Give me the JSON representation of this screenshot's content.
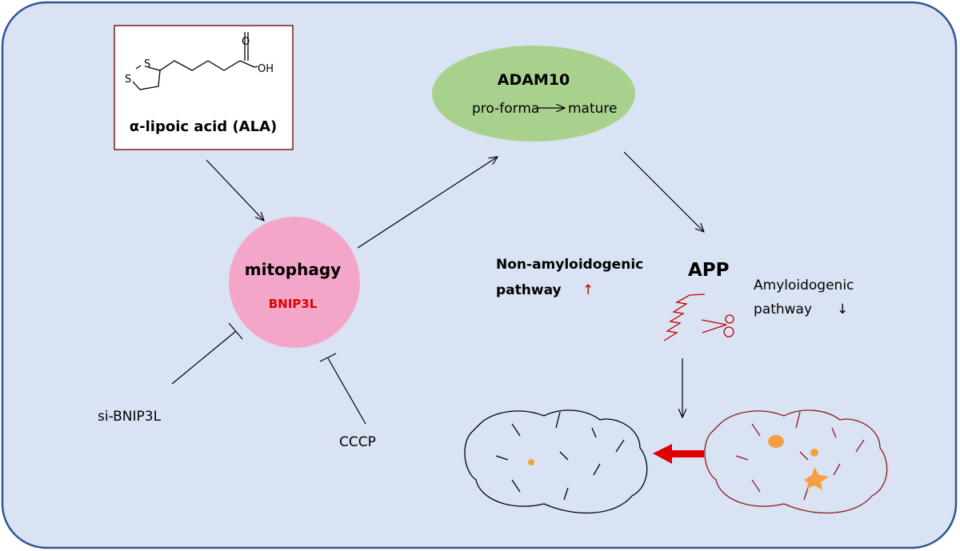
{
  "molecule": {
    "name": "α-lipoic acid (ALA)",
    "atom_s1": "S",
    "atom_s2": "S",
    "atom_o": "O",
    "atom_oh": "OH"
  },
  "adam10": {
    "title": "ADAM10",
    "from": "pro-forma",
    "to": "mature"
  },
  "mitophagy": {
    "title": "mitophagy",
    "gene": "BNIP3L"
  },
  "inhibitors": {
    "si": "si-BNIP3L",
    "cccp": "CCCP"
  },
  "app": {
    "title": "APP"
  },
  "non_amyloid": {
    "line1": "Non-amyloidogenic",
    "line2": "pathway",
    "arrow": "↑"
  },
  "amyloid": {
    "line1": "Amyloidogenic",
    "line2": "pathway",
    "arrow": "↓"
  },
  "colors": {
    "background": "#dae3f3",
    "border": "#2f5597",
    "adam10_fill": "#a9d18e",
    "mitophagy_fill": "#f4a6c8",
    "red": "#c00000"
  }
}
